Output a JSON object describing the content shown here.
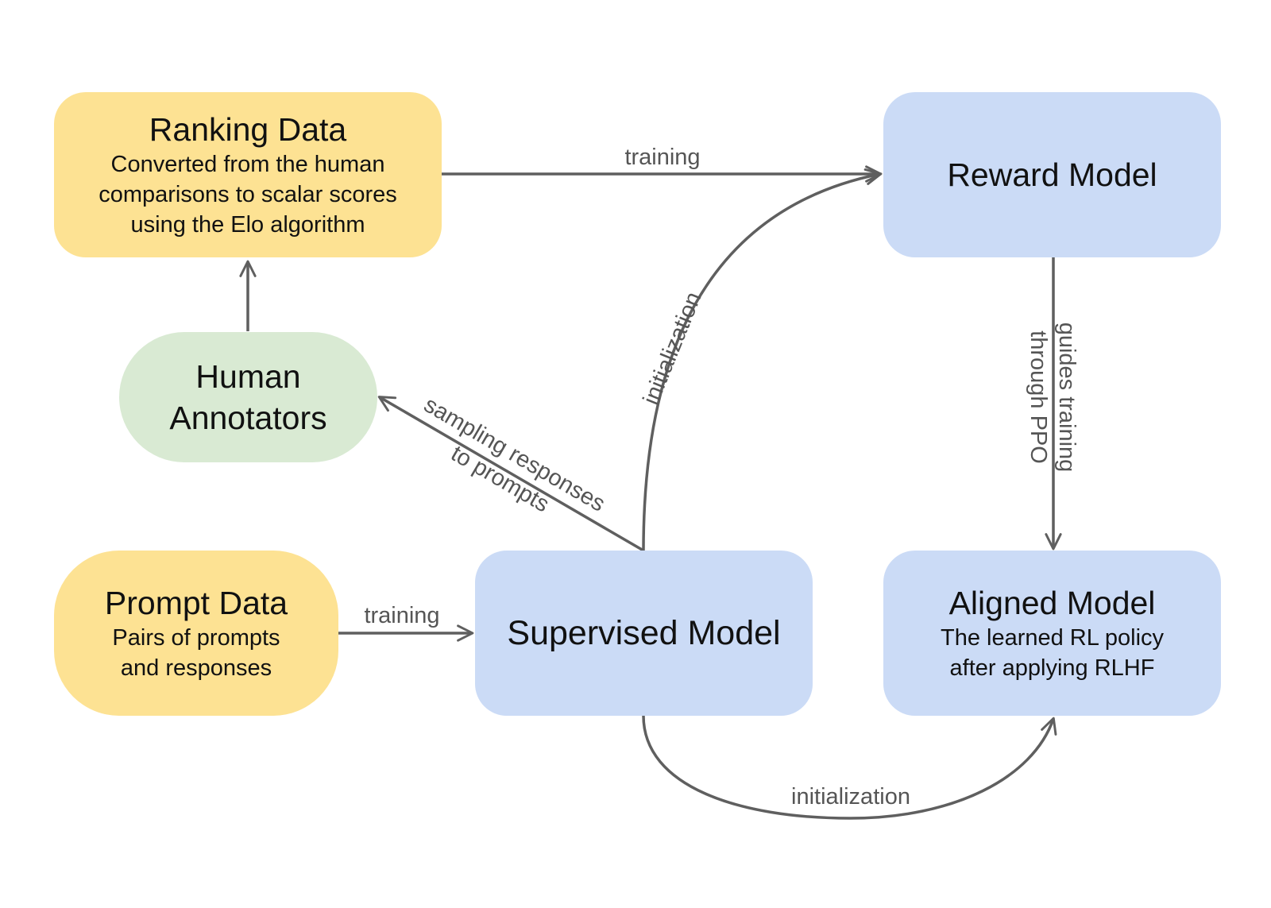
{
  "nodes": {
    "ranking": {
      "title": "Ranking Data",
      "subtitle_lines": [
        "Converted from the human",
        "comparisons to scalar scores",
        "using the Elo algorithm"
      ]
    },
    "reward": {
      "title": "Reward Model"
    },
    "human": {
      "title_lines": [
        "Human",
        "Annotators"
      ]
    },
    "prompt": {
      "title": "Prompt Data",
      "subtitle_lines": [
        "Pairs of prompts",
        "and responses"
      ]
    },
    "supervised": {
      "title": "Supervised Model"
    },
    "aligned": {
      "title": "Aligned Model",
      "subtitle_lines": [
        "The learned RL policy",
        "after applying RLHF"
      ]
    }
  },
  "edges": {
    "ranking_to_reward": {
      "label": "training"
    },
    "prompt_to_supervised": {
      "label": "training"
    },
    "supervised_to_reward": {
      "label": "initialization"
    },
    "supervised_to_human": {
      "label_lines": [
        "sampling responses",
        "to prompts"
      ]
    },
    "reward_to_aligned": {
      "label_lines": [
        "guides training",
        "through PPO"
      ]
    },
    "supervised_to_aligned": {
      "label": "initialization"
    }
  },
  "colors": {
    "data_node": "#fde293",
    "model_node": "#cbdbf6",
    "human_node": "#d9ead3",
    "arrow": "#5f5f5f",
    "edge_label": "#555555"
  }
}
